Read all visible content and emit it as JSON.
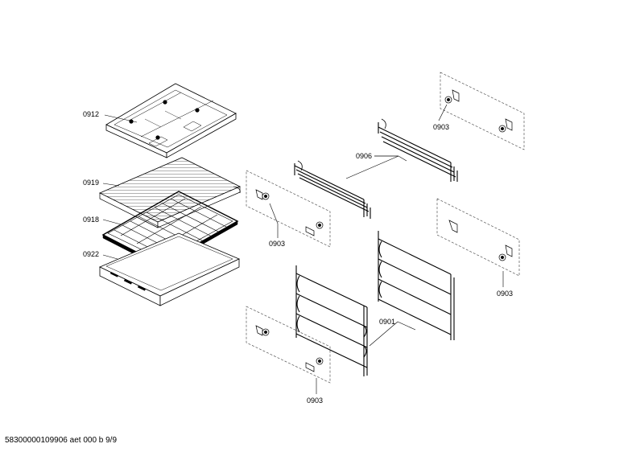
{
  "labels": {
    "part_0912": "0912",
    "part_0919": "0919",
    "part_0918": "0918",
    "part_0922": "0922",
    "part_0906": "0906",
    "part_0903_top_right": "0903",
    "part_0903_mid_left": "0903",
    "part_0903_mid_right": "0903",
    "part_0901": "0901",
    "part_0903_bottom": "0903"
  },
  "footer": "58300000109906 aet 000 b 9/9",
  "colors": {
    "line": "#000000",
    "dashed": "#555555",
    "panel": "#ffffff"
  }
}
